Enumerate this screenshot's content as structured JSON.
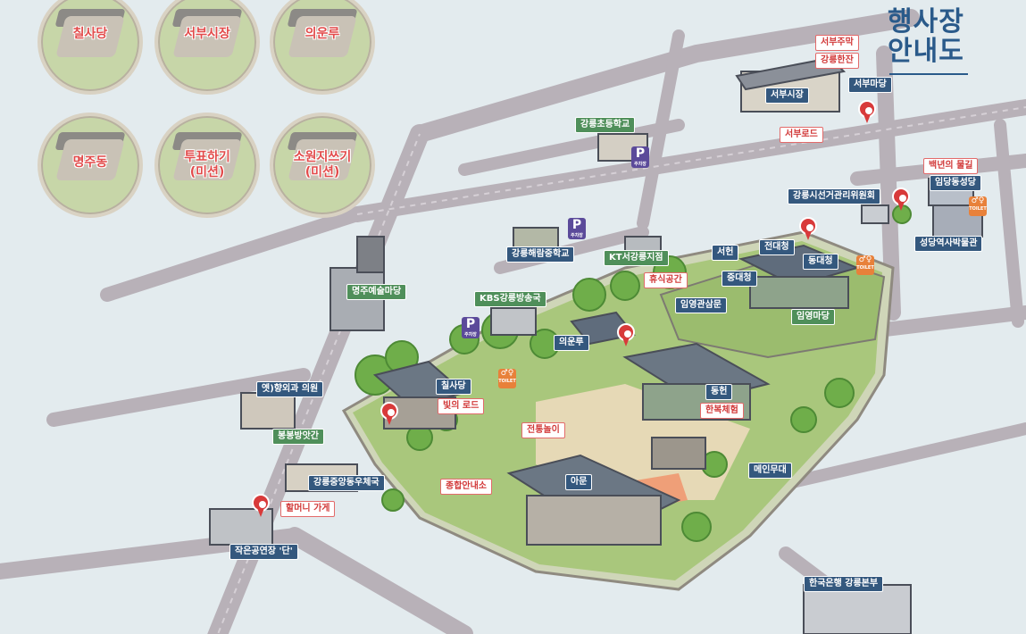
{
  "title": {
    "line1": "행사장",
    "line2": "안내도"
  },
  "circles": [
    {
      "label": "칠사당",
      "icon": "building-icon"
    },
    {
      "label": "서부시장",
      "icon": "market-icon"
    },
    {
      "label": "의운루",
      "icon": "pavilion-icon"
    },
    {
      "label": "명주동",
      "icon": "houses-icon"
    },
    {
      "label": "투표하기\n(미션)",
      "icon": "vote-box-icon"
    },
    {
      "label": "소원지쓰기\n(미션)",
      "icon": "wish-paper-icon"
    }
  ],
  "labels": {
    "seobu_jumak": "서부주막",
    "gangneung_hanjan": "강릉한잔",
    "seobu_market": "서부시장",
    "seobu_madang": "서부마당",
    "seobu_road": "서부로드",
    "gangneung_elementary": "강릉초등학교",
    "baeknyeon_mulgil": "백년의 물길",
    "imdang_church": "임당동성당",
    "election_commission": "강릉시선거관리위원회",
    "cathedral_museum": "성당역사박물관",
    "haeram_school": "강릉해람중학교",
    "kt_branch": "KT서강릉지점",
    "seoheon": "서헌",
    "jeondaecheong": "전대청",
    "dongdaecheong": "동대청",
    "myeongju_art": "명주예술마당",
    "rest_area": "휴식공간",
    "jungdaecheong": "중대청",
    "kbs": "KBS강릉방송국",
    "imyeonggwan": "임영관삼문",
    "imyeong_madang": "임영마당",
    "uiunru": "의운루",
    "old_clinic": "옛)향외과 의원",
    "chilsadang": "칠사당",
    "light_road": "빛의 로드",
    "donghun": "동헌",
    "hanbok": "한복체험",
    "traditional_play": "전통놀이",
    "bongbong": "봉봉방앗간",
    "main_stage": "메인무대",
    "post_office": "강릉중앙동우체국",
    "info_center": "종합안내소",
    "aheon": "아문",
    "grandma_shop": "할머니 가게",
    "small_theater": "작은공연장 '단'",
    "bank_of_korea": "한국은행 강릉본부"
  },
  "parking": {
    "letter": "P",
    "sub": "주차장"
  },
  "toilet": {
    "sub": "TOILET"
  },
  "colors": {
    "road": "#b9b2b9",
    "background": "#e3ebee",
    "grass": "#a9c77c",
    "label_blue": "#34587e",
    "label_green": "#4f8f5a",
    "label_red": "#d23a3a",
    "pin": "#d83a3a",
    "parking": "#5b4a9a",
    "toilet": "#e8813a",
    "title": "#2a5a8a"
  }
}
